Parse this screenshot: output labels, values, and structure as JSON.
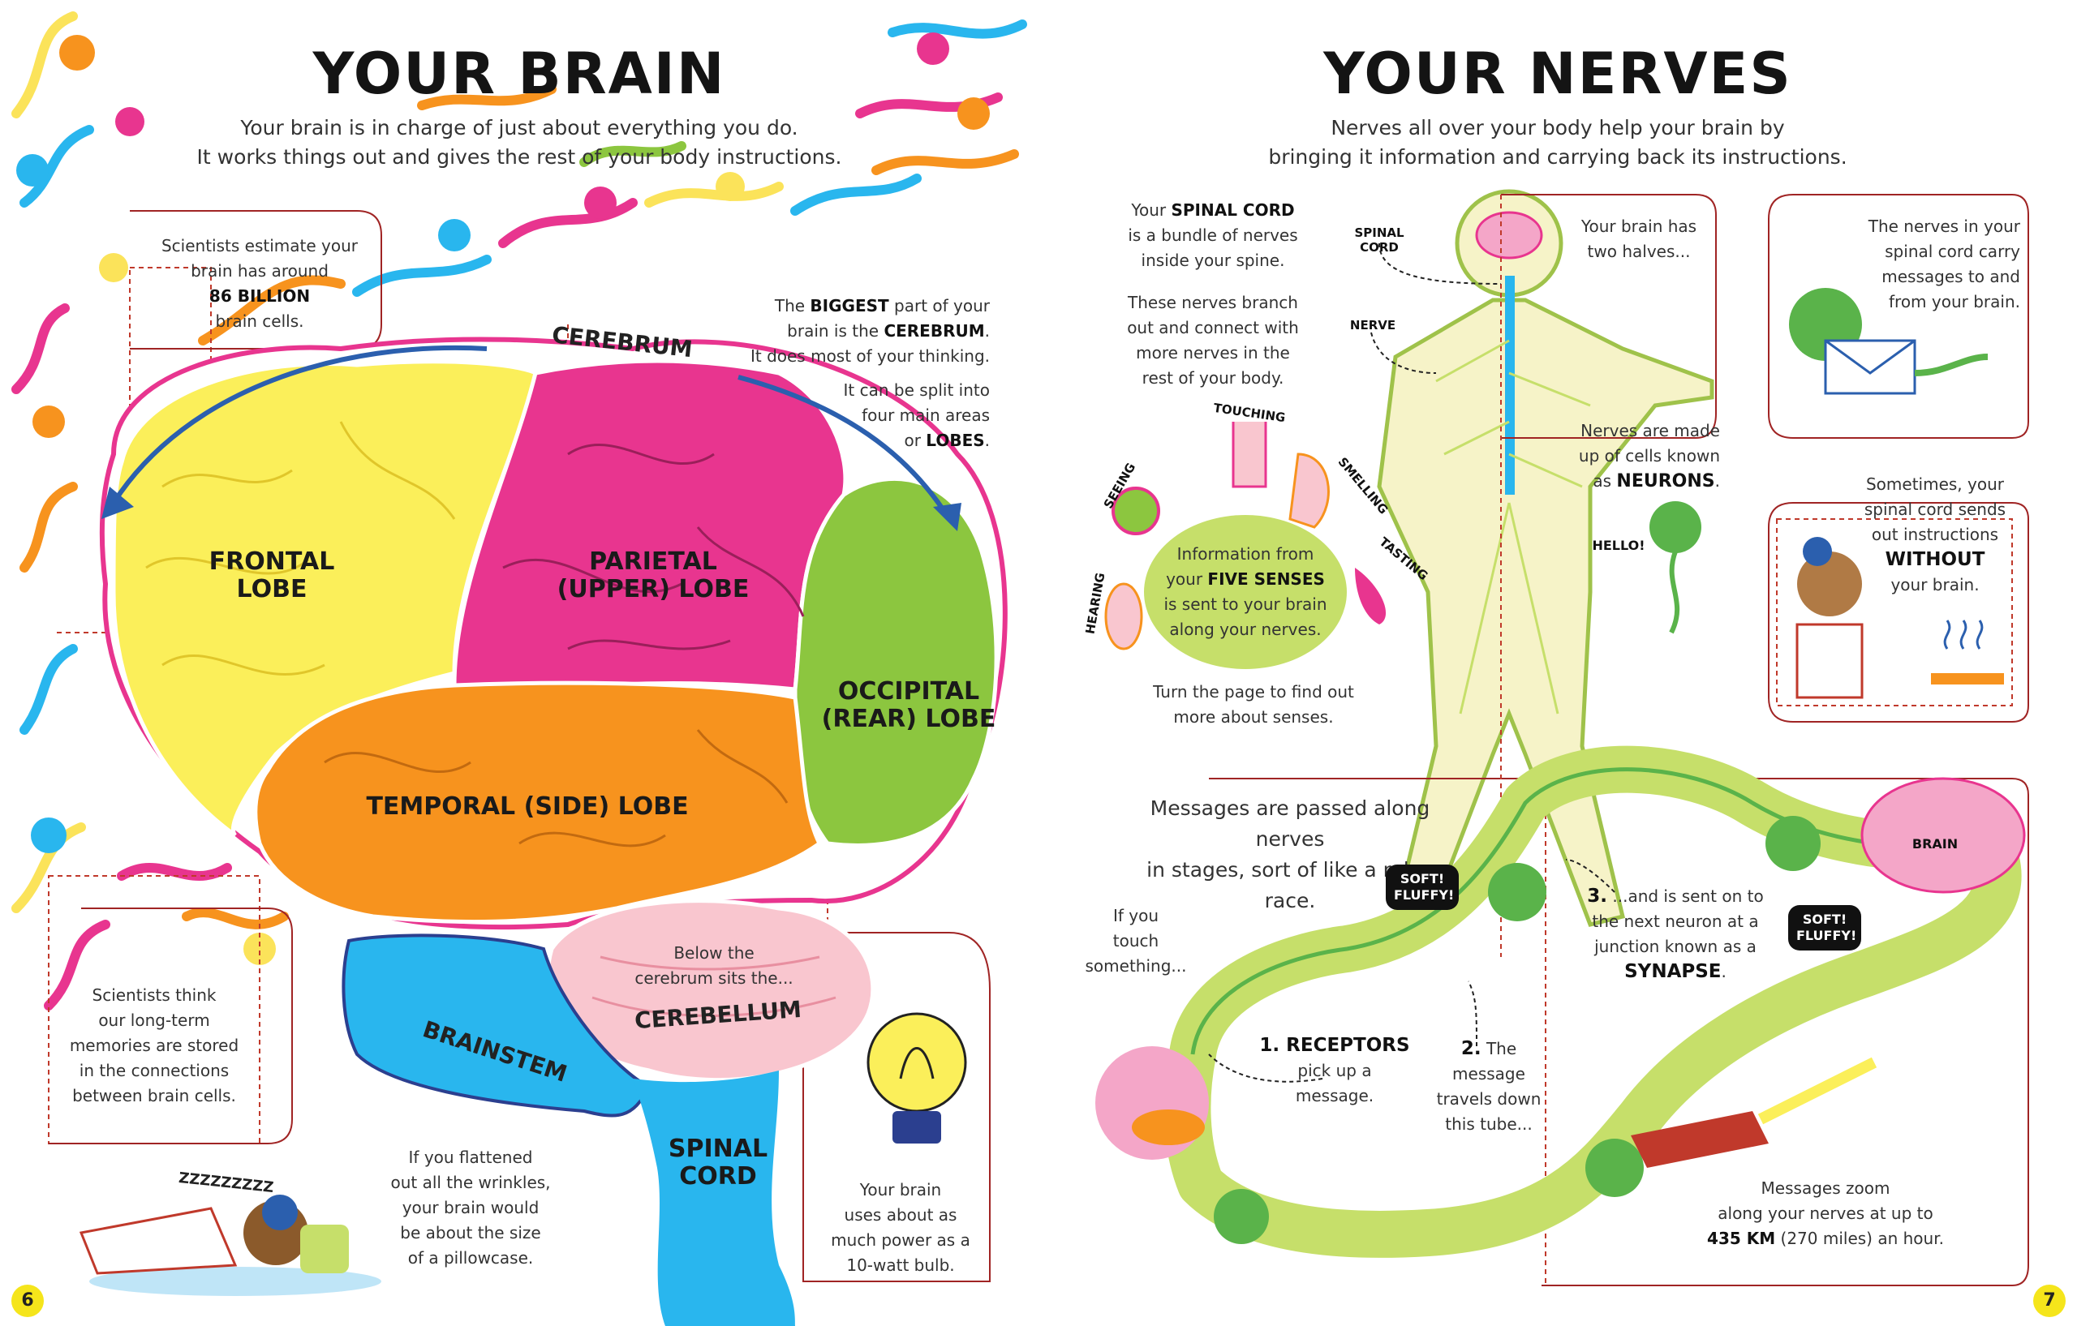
{
  "left_page": {
    "title": "YOUR BRAIN",
    "intro_line1": "Your brain is in charge of just about everything you do.",
    "intro_line2": "It works things out and gives the rest of your body instructions.",
    "cells_note": {
      "l1": "Scientists estimate your",
      "l2": "brain has around",
      "bold": "86 BILLION",
      "l3": "brain cells."
    },
    "cerebrum_label": "CEREBRUM",
    "cerebrum_note": {
      "pre": "The ",
      "bold1": "BIGGEST",
      "mid": " part of your",
      "l2pre": "brain is the ",
      "bold2": "CEREBRUM",
      "l2post": ".",
      "l3": "It does most of your thinking."
    },
    "lobes_note": {
      "l1": "It can be split into",
      "l2": "four main areas",
      "l3pre": "or ",
      "bold": "LOBES",
      "l3post": "."
    },
    "lobes": {
      "frontal_l1": "FRONTAL",
      "frontal_l2": "LOBE",
      "parietal_l1": "PARIETAL",
      "parietal_l2": "(UPPER) LOBE",
      "occipital_l1": "OCCIPITAL",
      "occipital_l2": "(REAR) LOBE",
      "temporal": "TEMPORAL (SIDE) LOBE"
    },
    "cerebellum_note": {
      "l1": "Below the",
      "l2": "cerebrum sits the..."
    },
    "cerebellum_label": "CEREBELLUM",
    "brainstem_label": "BRAINSTEM",
    "spinal_cord_l1": "SPINAL",
    "spinal_cord_l2": "CORD",
    "memory_note": {
      "l1": "Scientists think",
      "l2": "our long-term",
      "l3": "memories are stored",
      "l4": "in the connections",
      "l5": "between brain cells."
    },
    "wrinkles_note": {
      "l1": "If you flattened",
      "l2": "out all the wrinkles,",
      "l3": "your brain would",
      "l4": "be about the size",
      "l5": "of a pillowcase."
    },
    "bulb_note": {
      "l1": "Your brain",
      "l2": "uses about as",
      "l3": "much power as a",
      "l4": "10-watt bulb."
    },
    "sleep_text": "ZZZZZZZZZ",
    "page_number": "6"
  },
  "right_page": {
    "title": "YOUR NERVES",
    "intro_line1": "Nerves all over your body help your brain by",
    "intro_line2": "bringing it information and carrying back its instructions.",
    "spinal_note": {
      "l1pre": "Your ",
      "bold": "SPINAL CORD",
      "l2": "is a bundle of nerves",
      "l3": "inside your spine."
    },
    "branch_note": {
      "l1": "These nerves branch",
      "l2": "out and connect with",
      "l3": "more nerves in the",
      "l4": "rest of your body."
    },
    "label_spinal_l1": "SPINAL",
    "label_spinal_l2": "CORD",
    "label_nerve": "NERVE",
    "halves_note": {
      "l1": "Your brain has",
      "l2": "two halves..."
    },
    "neurons_note": {
      "l1": "Nerves are made",
      "l2": "up of cells known",
      "l3pre": "as ",
      "bold": "NEURONS",
      "l3post": "."
    },
    "hello": "HELLO!",
    "senses": {
      "touching": "TOUCHING",
      "smelling": "SMELLING",
      "seeing": "SEEING",
      "tasting": "TASTING",
      "hearing": "HEARING"
    },
    "senses_note": {
      "l1": "Information from",
      "l2pre": "your ",
      "bold": "FIVE SENSES",
      "l3": "is sent to your brain",
      "l4": "along your nerves."
    },
    "turn_page_note": {
      "l1": "Turn the page to find out",
      "l2": "more about senses."
    },
    "carry_note": {
      "l1": "The nerves in your",
      "l2": "spinal cord carry",
      "l3": "messages to and",
      "l4": "from your brain."
    },
    "without_note": {
      "l1": "Sometimes, your",
      "l2": "spinal cord sends",
      "l3": "out instructions",
      "bold": "WITHOUT",
      "l4": "your brain."
    },
    "relay_note": {
      "l1": "Messages are passed along nerves",
      "l2": "in stages, sort of like a relay race."
    },
    "touch_note": {
      "l1": "If you",
      "l2": "touch",
      "l3": "something..."
    },
    "soft_fluffy": "SOFT! FLUFFY!",
    "step1": {
      "bold": "1. RECEPTORS",
      "l2": "pick up a message."
    },
    "step2": {
      "bold": "2.",
      "l1": " The",
      "l2": "message",
      "l3": "travels down",
      "l4": "this tube..."
    },
    "step3": {
      "bold": "3.",
      "l1": " ...and is sent on to",
      "l2": "the next neuron at a",
      "l3": "junction known as a",
      "bold2": "SYNAPSE",
      "post": "."
    },
    "brain_label": "BRAIN",
    "speed_note": {
      "l1": "Messages zoom",
      "l2": "along your nerves at up to",
      "bold": "435 KM",
      "l3": " (270 miles) an hour."
    },
    "page_number": "7"
  },
  "colors": {
    "frontal": "#fbef5a",
    "parietal": "#e8358f",
    "occipital": "#8cc63f",
    "temporal": "#f7931e",
    "cerebellum": "#f9c6cf",
    "brainstem": "#29b6ee",
    "nerve_green": "#c6df6a",
    "dark_green": "#5ab34a",
    "dash_red": "#c0392b",
    "page_yellow": "#f5e51b"
  }
}
